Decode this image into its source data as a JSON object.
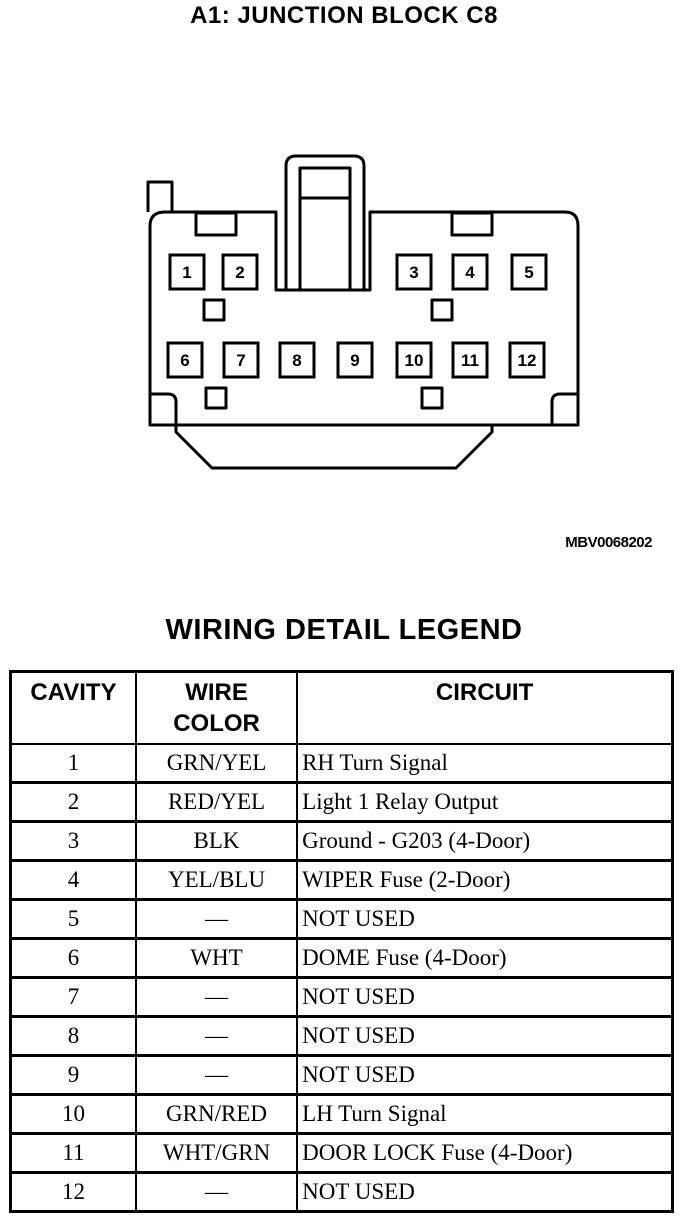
{
  "diagram": {
    "title": "A1: JUNCTION BLOCK C8",
    "figure_id": "MBV0068202",
    "cavities": [
      "1",
      "2",
      "3",
      "4",
      "5",
      "6",
      "7",
      "8",
      "9",
      "10",
      "11",
      "12"
    ]
  },
  "legend": {
    "title": "WIRING DETAIL LEGEND",
    "headers": {
      "cavity": "CAVITY",
      "wire_color_line1": "WIRE",
      "wire_color_line2": "COLOR",
      "circuit": "CIRCUIT"
    },
    "rows": [
      {
        "cavity": "1",
        "color": "GRN/YEL",
        "circuit": "RH Turn Signal"
      },
      {
        "cavity": "2",
        "color": "RED/YEL",
        "circuit": "Light 1 Relay Output"
      },
      {
        "cavity": "3",
        "color": "BLK",
        "circuit": "Ground - G203 (4-Door)"
      },
      {
        "cavity": "4",
        "color": "YEL/BLU",
        "circuit": "WIPER Fuse (2-Door)"
      },
      {
        "cavity": "5",
        "color": "—",
        "circuit": "NOT USED"
      },
      {
        "cavity": "6",
        "color": "WHT",
        "circuit": "DOME Fuse (4-Door)"
      },
      {
        "cavity": "7",
        "color": "—",
        "circuit": "NOT USED"
      },
      {
        "cavity": "8",
        "color": "—",
        "circuit": "NOT USED"
      },
      {
        "cavity": "9",
        "color": "—",
        "circuit": "NOT USED"
      },
      {
        "cavity": "10",
        "color": "GRN/RED",
        "circuit": "LH Turn Signal"
      },
      {
        "cavity": "11",
        "color": "WHT/GRN",
        "circuit": "DOOR LOCK Fuse (4-Door)"
      },
      {
        "cavity": "12",
        "color": "—",
        "circuit": "NOT USED"
      }
    ]
  }
}
